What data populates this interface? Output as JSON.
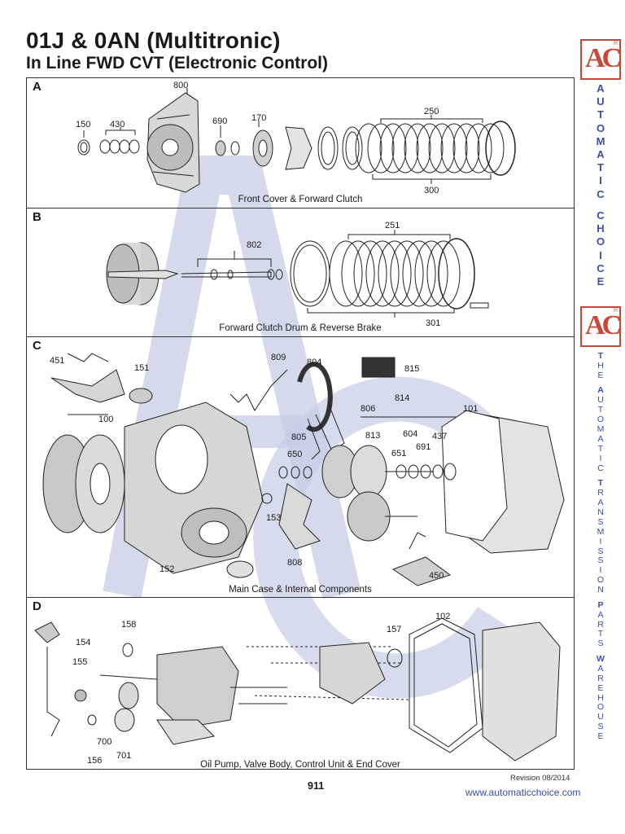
{
  "header": {
    "title": "01J & 0AN (Multitronic)",
    "subtitle": "In Line FWD CVT (Electronic Control)"
  },
  "brand": {
    "logo_text": "AC",
    "logo_mark": "®",
    "accent_color": "#c84a36",
    "text_color": "#3a4fa8",
    "vertical_text_1": "AUTOMATIC CHOICE",
    "vertical_text_2": "THE AUTOMATIC TRANSMISSION PARTS WAREHOUSE"
  },
  "panels": [
    {
      "letter": "A",
      "caption": "Front Cover & Forward Clutch",
      "callouts": [
        "800",
        "150",
        "430",
        "690",
        "170",
        "250",
        "300"
      ]
    },
    {
      "letter": "B",
      "caption": "Forward Clutch Drum & Reverse Brake",
      "callouts": [
        "251",
        "802",
        "301"
      ]
    },
    {
      "letter": "C",
      "caption": "Main Case & Internal Components",
      "callouts": [
        "809",
        "804",
        "815",
        "451",
        "151",
        "806",
        "814",
        "101",
        "100",
        "805",
        "813",
        "604",
        "437",
        "650",
        "651",
        "691",
        "153",
        "152",
        "808",
        "450"
      ]
    },
    {
      "letter": "D",
      "caption": "Oil Pump, Valve Body, Control Unit & End Cover",
      "callouts": [
        "158",
        "154",
        "155",
        "157",
        "102",
        "700",
        "156",
        "701"
      ]
    }
  ],
  "footer": {
    "revision": "Revision 08/2014",
    "page": "911",
    "url": "www.automaticchoice.com"
  }
}
